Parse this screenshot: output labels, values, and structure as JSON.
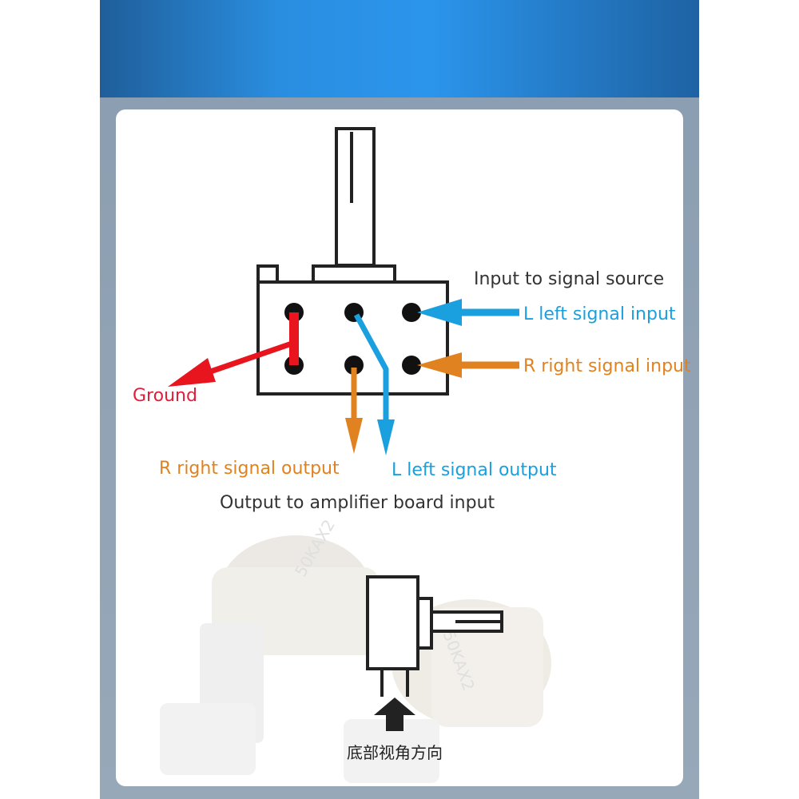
{
  "labels": {
    "input_source": "Input to signal source",
    "l_input": "L left signal input",
    "r_input": "R right signal input",
    "ground": "Ground",
    "r_output": "R right signal output",
    "l_output": "L left signal output",
    "output_amp": "Output to amplifier board input",
    "bottom_view": "底部视角方向",
    "watermark_top": "50KAX2",
    "watermark_bottom": "50KAX2"
  },
  "colors": {
    "banner_left": "#1f5e9a",
    "banner_mid": "#2b95ec",
    "frame": "#8a9db0",
    "blue_wire": "#1aa0de",
    "orange_wire": "#e0821f",
    "red_wire": "#e8141e",
    "outline": "#222222"
  }
}
